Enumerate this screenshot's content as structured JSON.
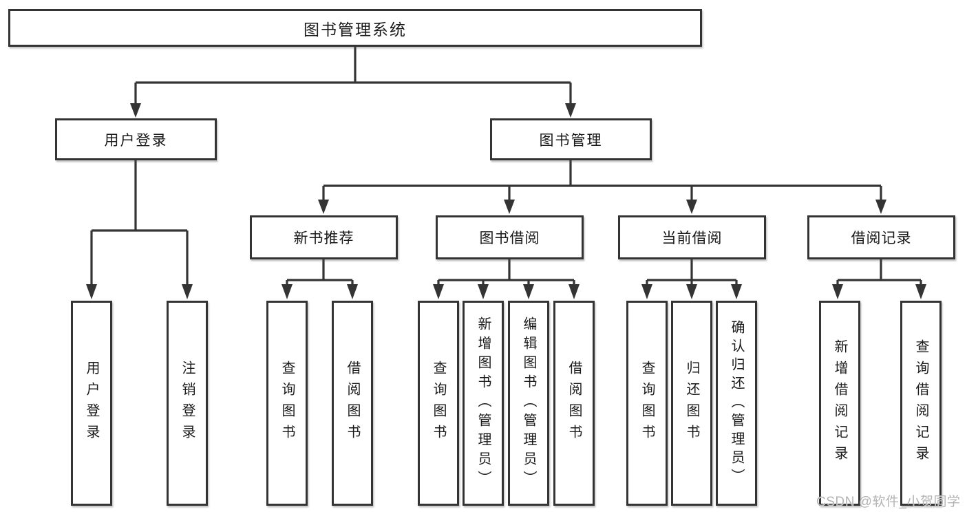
{
  "diagram": {
    "tree": {
      "root": "图书管理系统",
      "children": [
        {
          "label": "用户登录",
          "children": [
            "用户登录",
            "注销登录"
          ]
        },
        {
          "label": "图书管理",
          "children": [
            {
              "label": "新书推荐",
              "children": [
                "查询图书",
                "借阅图书"
              ]
            },
            {
              "label": "图书借阅",
              "children": [
                "查询图书",
                "新增图书（管理员）",
                "编辑图书（管理员）",
                "借阅图书"
              ]
            },
            {
              "label": "当前借阅",
              "children": [
                "查询图书",
                "归还图书",
                "确认归还（管理员）"
              ]
            },
            {
              "label": "借阅记录",
              "children": [
                "新增借阅记录",
                "查询借阅记录"
              ]
            }
          ]
        }
      ]
    },
    "watermark": "CSDN @软件_小贺同学",
    "colors": {
      "line": "#343434",
      "text": "#1a1a1a",
      "background": "#ffffff",
      "watermark": "#b3b3b3"
    }
  }
}
